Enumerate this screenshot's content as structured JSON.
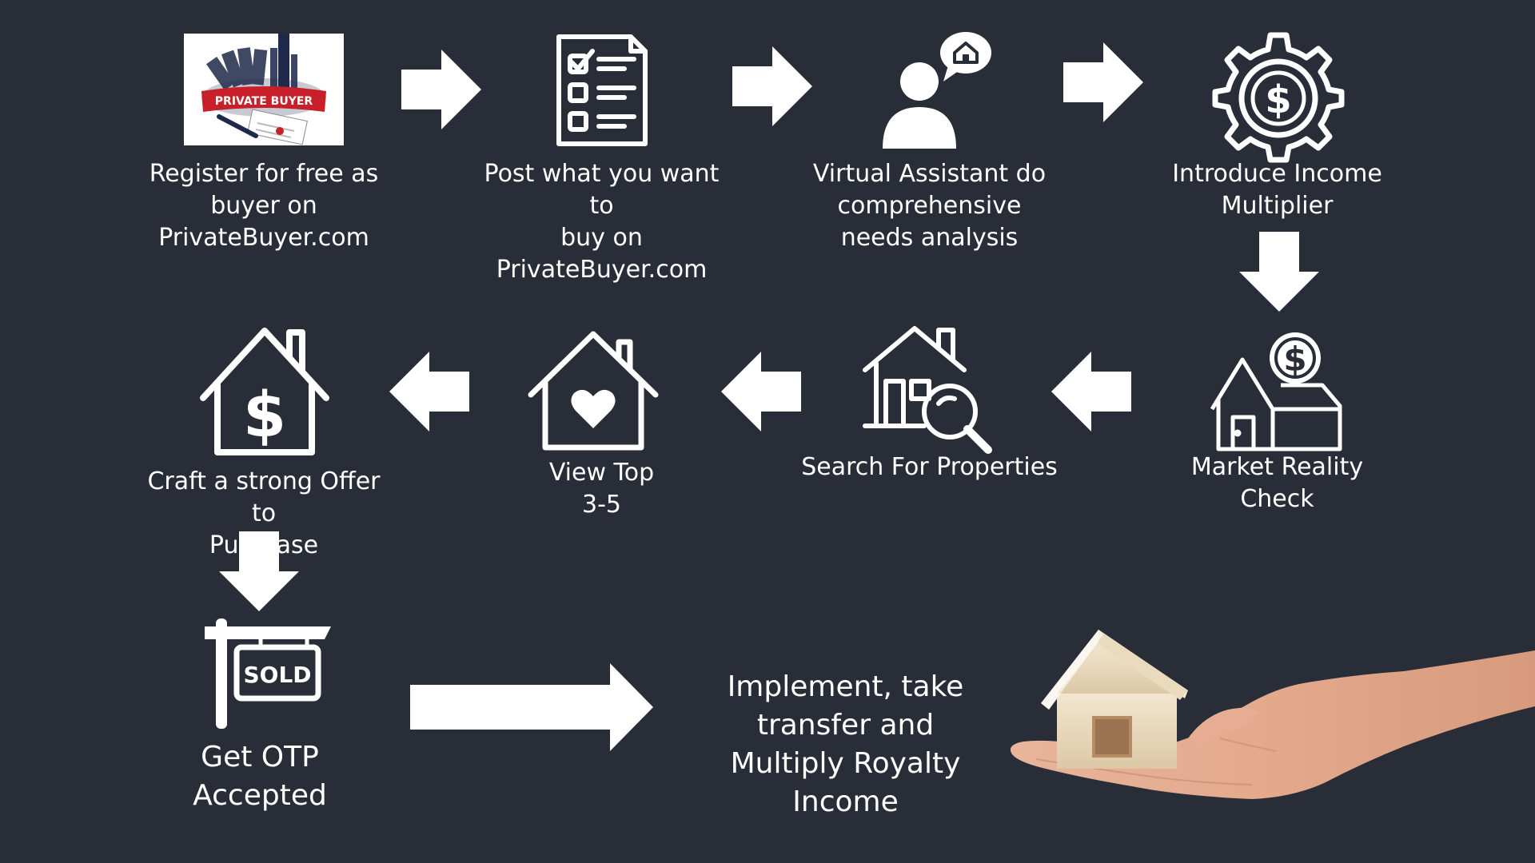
{
  "colors": {
    "background": "#282d37",
    "foreground": "#ffffff",
    "logo_ribbon": "#c8202a",
    "logo_navy": "#1f2a4a"
  },
  "logo": {
    "text": "PRIVATE BUYER"
  },
  "steps": [
    {
      "icon": "private-buyer-logo",
      "label": "Register for free as\nbuyer on\nPrivateBuyer.com"
    },
    {
      "icon": "checklist-icon",
      "label": "Post what you want to\nbuy on\nPrivateBuyer.com"
    },
    {
      "icon": "assistant-icon",
      "label": "Virtual Assistant do\ncomprehensive\nneeds analysis"
    },
    {
      "icon": "dollar-gear-icon",
      "label": "Introduce Income\nMultiplier"
    },
    {
      "icon": "house-dollar-coin-icon",
      "label": "Market Reality Check"
    },
    {
      "icon": "house-search-icon",
      "label": "Search For Properties"
    },
    {
      "icon": "house-heart-icon",
      "label": "View Top\n3-5"
    },
    {
      "icon": "house-dollar-icon",
      "label": "Craft a strong Offer to\nPurchase"
    },
    {
      "icon": "sold-sign-icon",
      "label": "Get OTP\nAccepted"
    }
  ],
  "final": {
    "label": "Implement, take\ntransfer and\nMultiply Royalty\nIncome",
    "image": "hand-holding-house"
  },
  "sold_sign_text": "SOLD"
}
